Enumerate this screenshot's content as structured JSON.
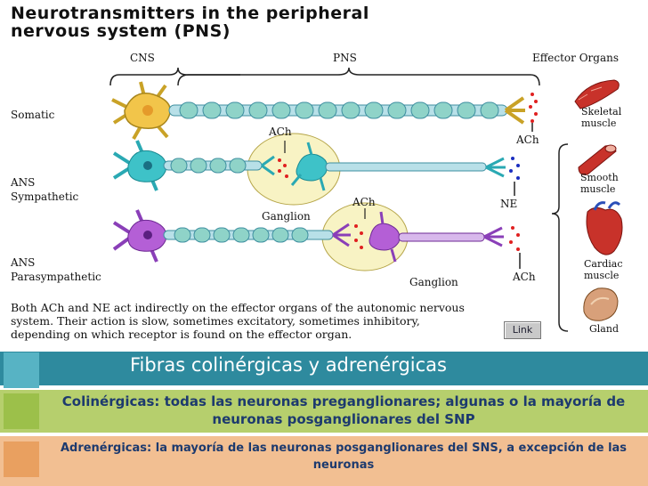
{
  "diagram": {
    "title_line1": "Neurotransmitters in the peripheral",
    "title_line2": "nervous system (PNS)",
    "header_cns": "CNS",
    "header_pns": "PNS",
    "header_effectors": "Effector Organs",
    "rows": {
      "somatic": "Somatic",
      "ans_sympathetic_1": "ANS",
      "ans_sympathetic_2": "Sympathetic",
      "ans_parasympathetic_1": "ANS",
      "ans_parasympathetic_2": "Parasympathetic"
    },
    "labels": {
      "ach_somatic_mid": "ACh",
      "ach_somatic_end": "ACh",
      "ganglion_symp": "Ganglion",
      "ne": "NE",
      "ach_para_ganglion": "ACh",
      "ganglion_para": "Ganglion",
      "ach_para_end": "ACh"
    },
    "organs": {
      "skeletal_1": "Skeletal",
      "skeletal_2": "muscle",
      "smooth_1": "Smooth",
      "smooth_2": "muscle",
      "cardiac_1": "Cardiac",
      "cardiac_2": "muscle",
      "gland": "Gland"
    },
    "caption_1": "Both ACh and NE act indirectly on the effector organs of the autonomic nervous",
    "caption_2": "system. Their action is slow, sometimes excitatory, sometimes inhibitory,",
    "caption_3": "depending on which receptor is found on the effector organ.",
    "link_label": "Link"
  },
  "slide": {
    "title": "Fibras colinérgicas y adrenérgicas",
    "colinergicas": "Colinérgicas: todas las neuronas preganglionares; algunas o la mayoría de neuronas posganglionares del SNP",
    "adrenergicas": "Adrenérgicas: la mayoría de las neuronas posganglionares del SNS, a excepción de las neuronas"
  },
  "colors": {
    "title_band": "#2e8a9e",
    "band_green": "#b6cf6d",
    "band_orange": "#f2bf92",
    "text_blue": "#1d3a6e"
  }
}
